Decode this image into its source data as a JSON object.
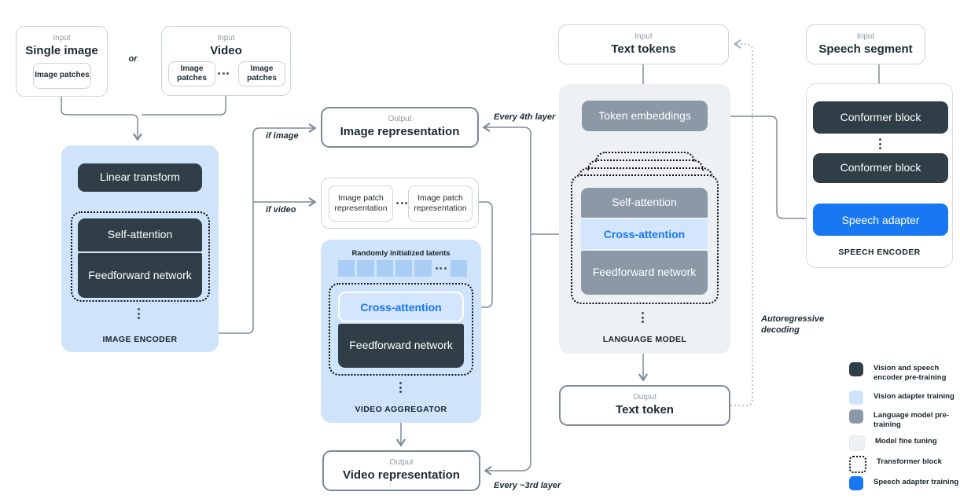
{
  "inputs": {
    "single_image": {
      "kicker": "Input",
      "title": "Single image",
      "patch": "Image patches"
    },
    "or_label": "or",
    "video": {
      "kicker": "Input",
      "title": "Video",
      "patch": "Image patches"
    },
    "text_tokens": {
      "kicker": "Input",
      "title": "Text tokens"
    },
    "speech_segment": {
      "kicker": "Input",
      "title": "Speech segment"
    }
  },
  "image_encoder": {
    "linear_transform": "Linear transform",
    "self_attention": "Self-attention",
    "feedforward": "Feedforward network",
    "title": "IMAGE ENCODER"
  },
  "outputs": {
    "image_representation": {
      "kicker": "Output",
      "title": "Image representation"
    },
    "video_representation": {
      "kicker": "Output",
      "title": "Video representation"
    },
    "text_token": {
      "kicker": "Output",
      "title": "Text token"
    }
  },
  "patch_reps": {
    "item": "Image patch representation"
  },
  "video_aggregator": {
    "latents_label": "Randomly initialized latents",
    "cross_attention": "Cross-attention",
    "feedforward": "Feedforward network",
    "title": "VIDEO AGGREGATOR"
  },
  "language_model": {
    "token_embeddings": "Token embeddings",
    "self_attention": "Self-attention",
    "cross_attention": "Cross-attention",
    "feedforward": "Feedforward network",
    "title": "LANGUAGE MODEL"
  },
  "speech_encoder": {
    "conformer_block_1": "Conformer block",
    "conformer_block_2": "Conformer block",
    "speech_adapter": "Speech adapter",
    "title": "SPEECH ENCODER"
  },
  "flow_labels": {
    "if_image": "if image",
    "if_video": "if video",
    "every_4th_layer": "Every 4th layer",
    "every_3rd_layer": "Every ~3rd layer",
    "autoregressive": "Autoregressive decoding"
  },
  "legend": {
    "items": [
      {
        "color": "#2f3e47",
        "style": "dark",
        "label": "Vision and speech encoder pre-training"
      },
      {
        "color": "#cfe4fb",
        "style": "lightblue",
        "label": "Vision adapter training"
      },
      {
        "color": "#8b98a6",
        "style": "gray",
        "label": "Language model pre-training"
      },
      {
        "color": "#eef1f4",
        "style": "palegray",
        "label": "Model fine tuning"
      },
      {
        "color": "#ffffff",
        "style": "dashed",
        "label": "Transformer block"
      },
      {
        "color": "#1877f2",
        "style": "blue",
        "label": "Speech adapter training"
      }
    ]
  },
  "colors": {
    "dark_slate": "#2f3e47",
    "vision_blue": "#cfe4fb",
    "lm_gray": "#8b98a6",
    "fine_tune_gray": "#eef1f4",
    "speech_blue": "#1877f2",
    "latent_blue": "#a9cdf5",
    "cross_attention_bg": "#d3e6fd",
    "wire": "#7b8b9a"
  }
}
